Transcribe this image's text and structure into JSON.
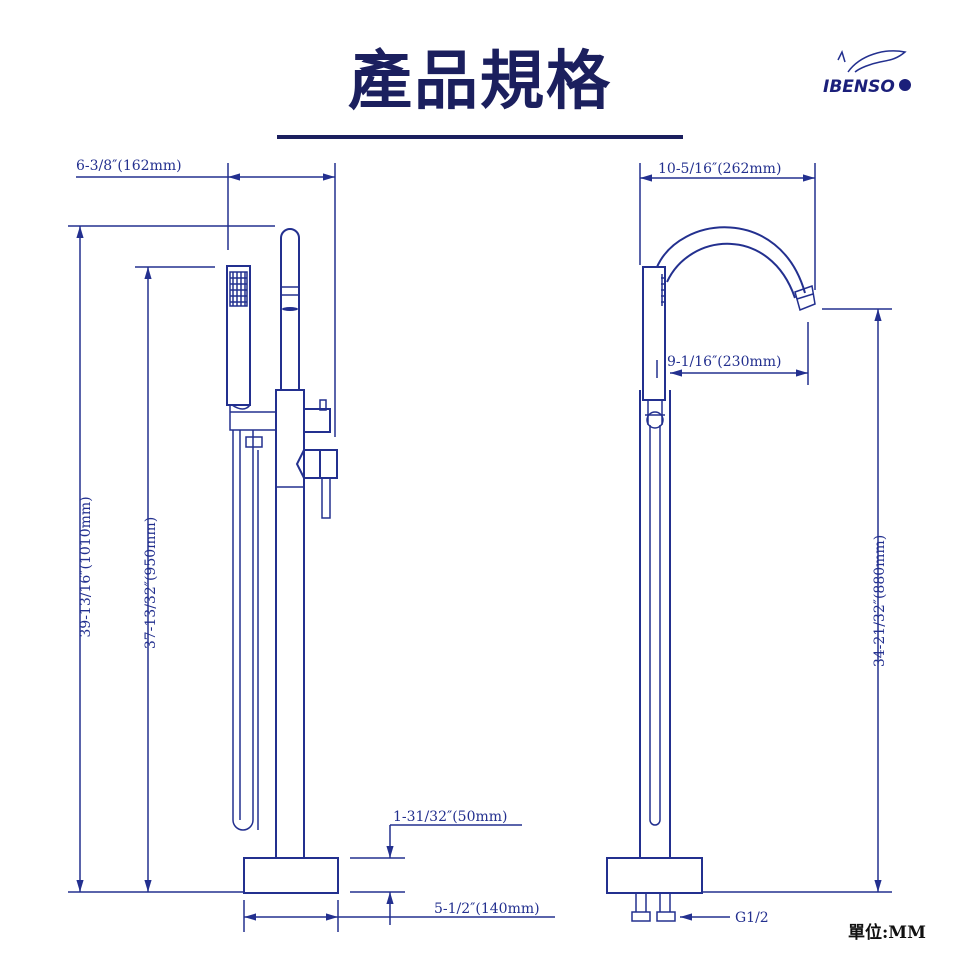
{
  "header": {
    "title": "產品規格",
    "logo_text": "IBENSO"
  },
  "left_view": {
    "width_top": "6-3/8″(162mm)",
    "height_total": "39-13/16″(1010mm)",
    "height_shower": "37-13/32″(950mm)",
    "base_height": "1-31/32″(50mm)",
    "base_width": "5-1/2″(140mm)"
  },
  "right_view": {
    "width_top": "10-5/16″(262mm)",
    "spout_reach": "9-1/16″(230mm)",
    "spout_height": "34-21/32″(880mm)",
    "connector": "G1/2"
  },
  "footer": {
    "unit": "單位:MM"
  },
  "colors": {
    "line": "#23308f",
    "title": "#1b1f5e"
  }
}
